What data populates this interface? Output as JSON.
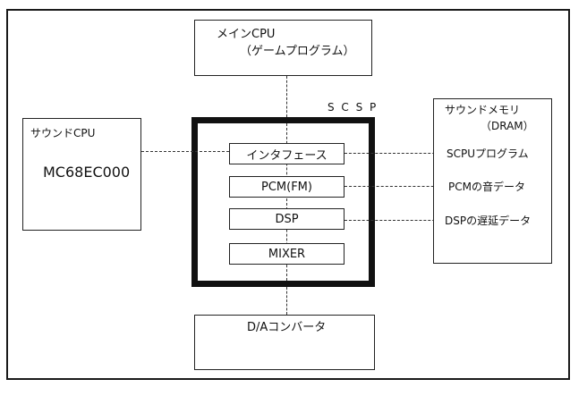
{
  "diagram": {
    "main_cpu": {
      "line1": "メインCPU",
      "line2": "（ゲームプログラム）"
    },
    "sound_cpu": {
      "title": "サウンドCPU",
      "chip": "MC68EC000"
    },
    "scsp": {
      "label": "S C S P",
      "blocks": [
        "インタフェース",
        "PCM(FM)",
        "DSP",
        "MIXER"
      ]
    },
    "sound_memory": {
      "title": "サウンドメモリ",
      "subtitle": "（DRAM）",
      "items": [
        "SCPUプログラム",
        "PCMの音データ",
        "DSPの遅延データ"
      ]
    },
    "dac": {
      "label": "D/Aコンバータ"
    }
  }
}
